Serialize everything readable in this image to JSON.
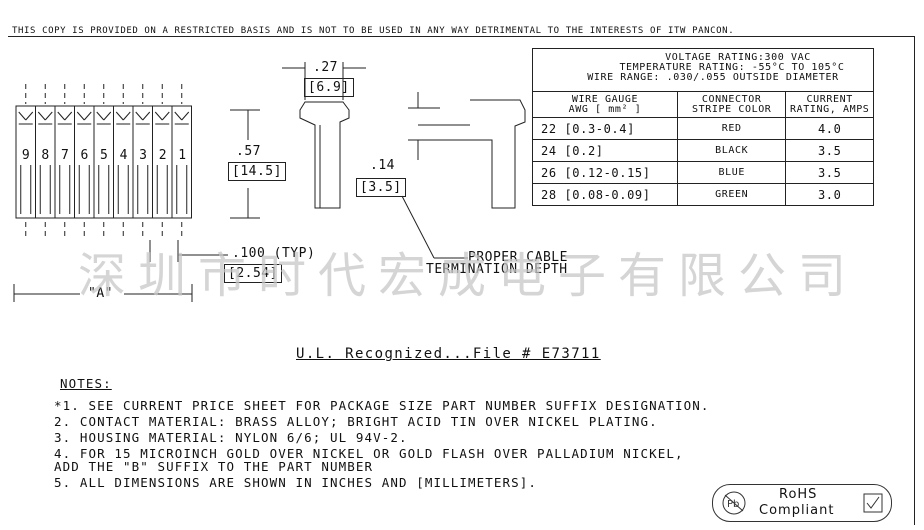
{
  "header": {
    "notice": "THIS COPY IS PROVIDED ON A RESTRICTED BASIS AND IS NOT TO BE USED IN ANY WAY DETRIMENTAL TO THE INTERESTS OF ITW PANCON."
  },
  "ratings": {
    "voltage": "VOLTAGE RATING:300 VAC",
    "temperature": "TEMPERATURE RATING: -55°C TO 105°C",
    "wire_range": "WIRE RANGE: .030/.055 OUTSIDE DIAMETER"
  },
  "spec_table": {
    "headers": [
      {
        "line1": "WIRE GAUGE",
        "line2": "AWG [ mm² ]"
      },
      {
        "line1": "CONNECTOR",
        "line2": "STRIPE COLOR"
      },
      {
        "line1": "CURRENT",
        "line2": "RATING, AMPS"
      }
    ],
    "rows": [
      {
        "gauge": "22 [0.3-0.4]",
        "color": "RED",
        "amps": "4.0"
      },
      {
        "gauge": "24 [0.2]",
        "color": "BLACK",
        "amps": "3.5"
      },
      {
        "gauge": "26 [0.12-0.15]",
        "color": "BLUE",
        "amps": "3.5"
      },
      {
        "gauge": "28 [0.08-0.09]",
        "color": "GREEN",
        "amps": "3.0"
      }
    ]
  },
  "pin_numbers": [
    "9",
    "8",
    "7",
    "6",
    "5",
    "4",
    "3",
    "2",
    "1"
  ],
  "dimensions": {
    "width_in": ".27",
    "width_mm": "[6.9]",
    "height_in": ".57",
    "height_mm": "[14.5]",
    "depth_in": ".14",
    "depth_mm": "[3.5]",
    "pitch_in": ".100 (TYP)",
    "pitch_mm": "[2.54]",
    "length_label": "\"A\""
  },
  "callout": {
    "line1": "PROPER CABLE",
    "line2": "TERMINATION DEPTH"
  },
  "ul_text": "U.L. Recognized...File # E73711",
  "notes": {
    "title": "NOTES:",
    "items": [
      "*1. SEE CURRENT PRICE SHEET FOR PACKAGE SIZE PART NUMBER SUFFIX DESIGNATION.",
      " 2. CONTACT MATERIAL: BRASS ALLOY; BRIGHT ACID TIN OVER NICKEL PLATING.",
      " 3. HOUSING MATERIAL: NYLON 6/6; UL 94V-2.",
      " 4.  FOR 15 MICROINCH GOLD OVER NICKEL OR GOLD FLASH OVER PALLADIUM NICKEL,",
      " ADD THE \"B\" SUFFIX TO THE PART NUMBER",
      " 5. ALL DIMENSIONS ARE SHOWN IN INCHES AND [MILLIMETERS]."
    ]
  },
  "watermark": "深圳市时代宏成电子有限公司",
  "rohs": {
    "line1": "RoHS",
    "line2": "Compliant"
  }
}
